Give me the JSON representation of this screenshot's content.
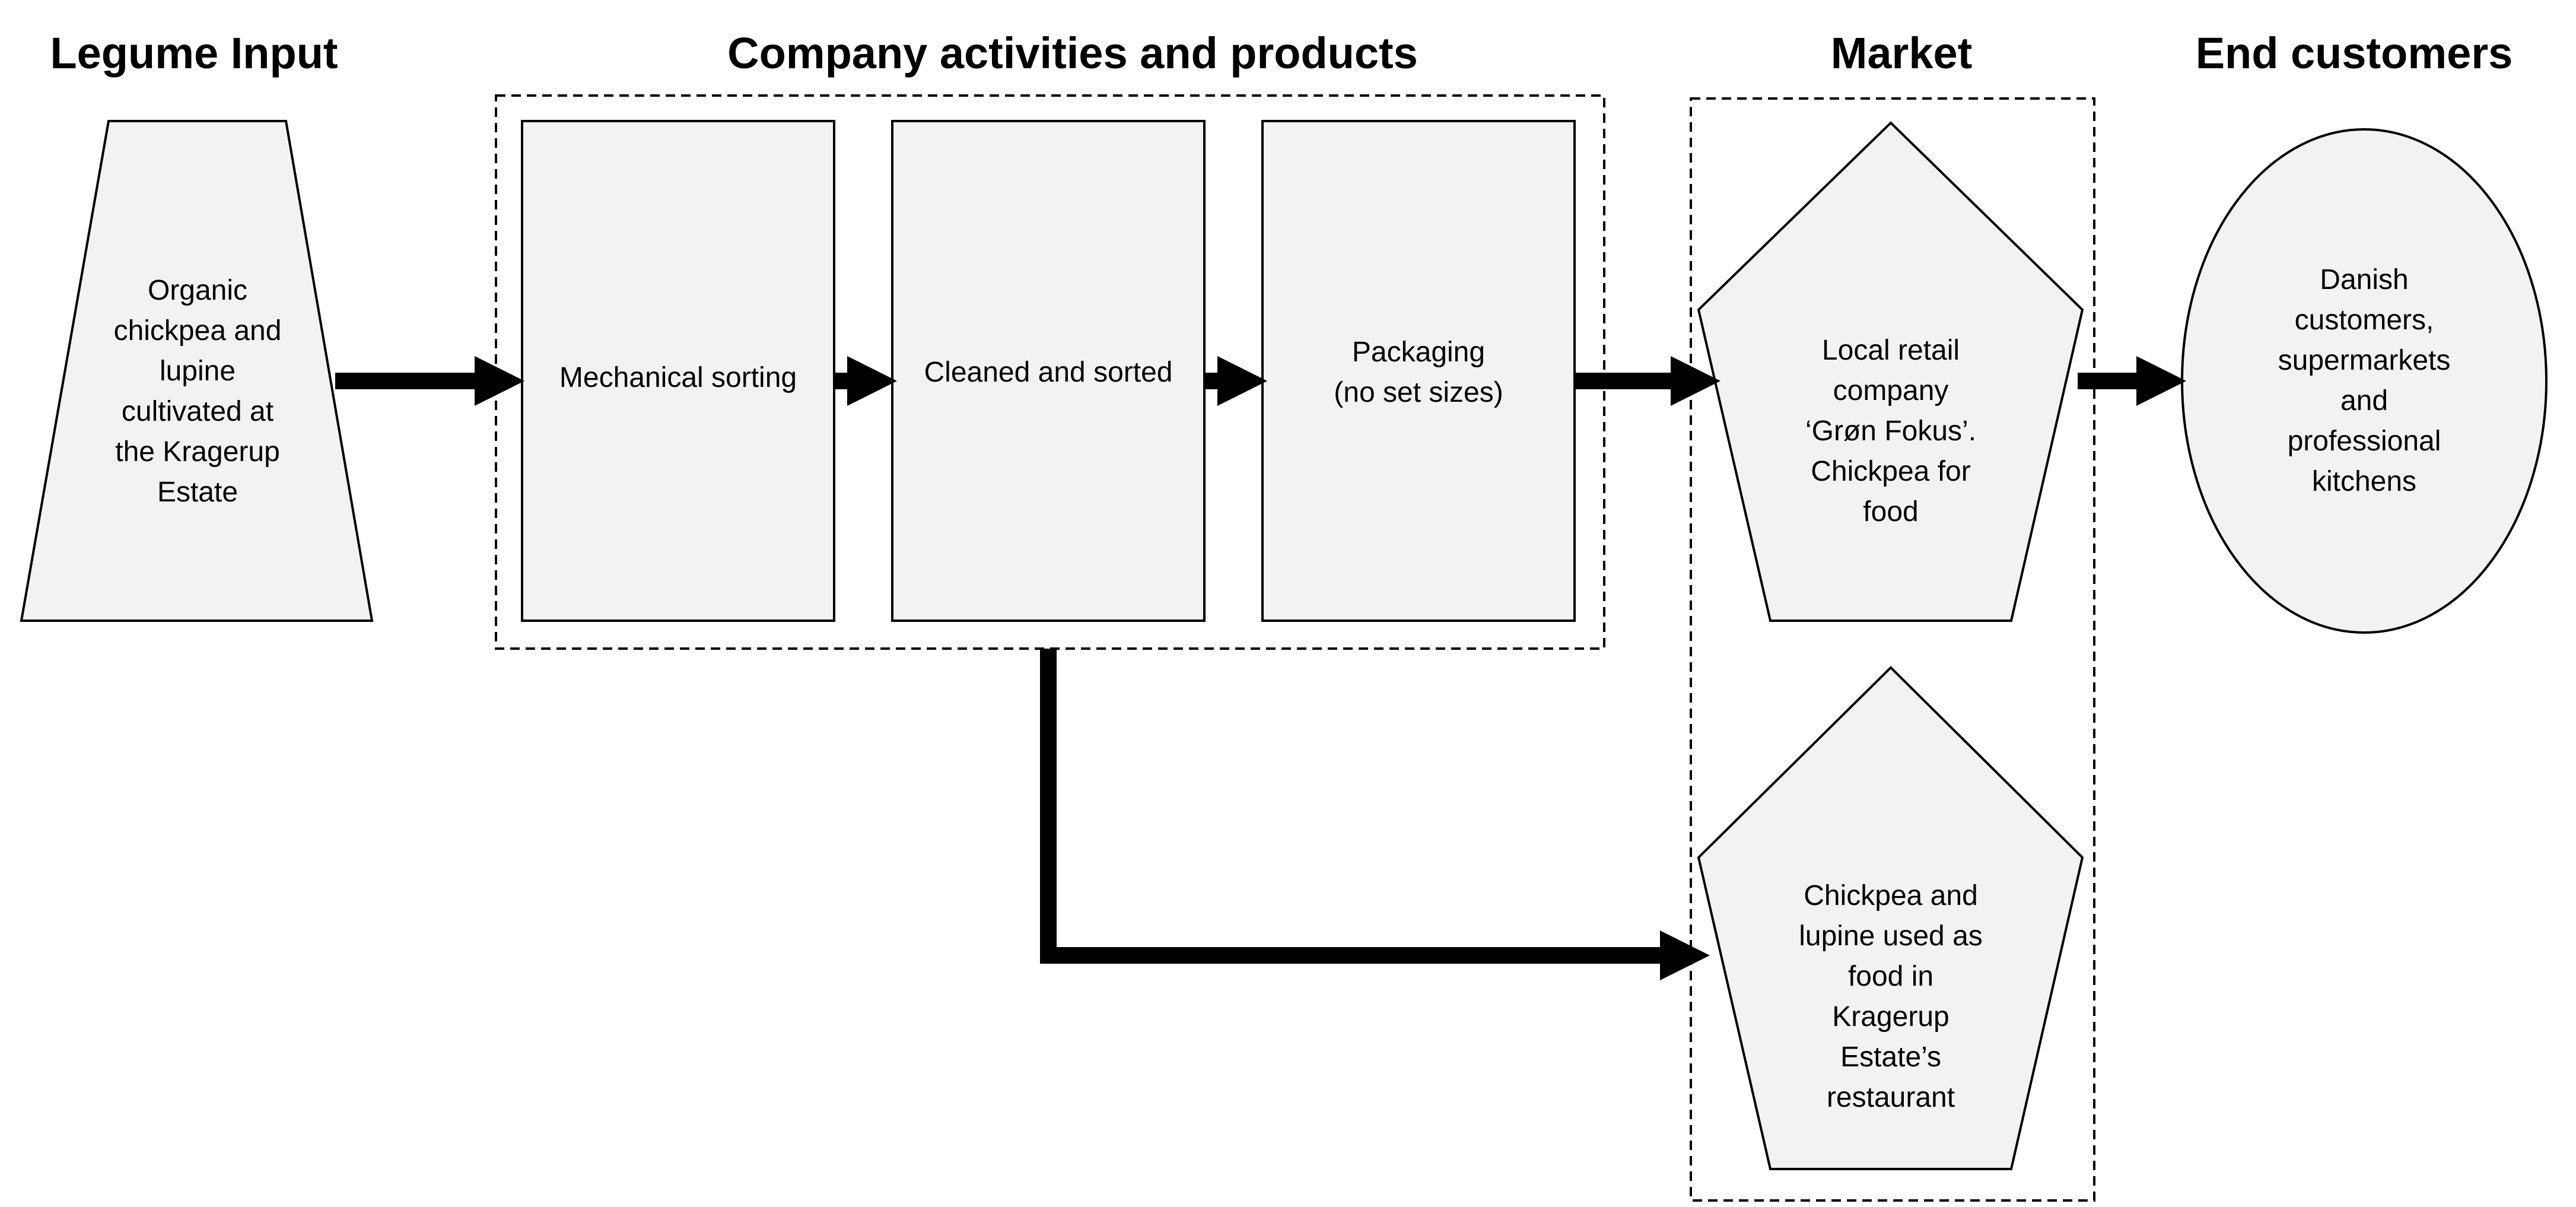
{
  "headers": {
    "legume_input": "Legume Input",
    "company": "Company activities and products",
    "market": "Market",
    "end_customers": "End customers"
  },
  "nodes": {
    "input": "Organic\nchickpea and\nlupine\ncultivated at\nthe Kragerup\nEstate",
    "mechanical_sorting": "Mechanical sorting",
    "cleaned_sorted": "Cleaned and sorted",
    "packaging": "Packaging\n(no set sizes)",
    "retail": "Local retail\ncompany\n‘Grøn Fokus’.\nChickpea for\nfood",
    "restaurant": "Chickpea and\nlupine used as\nfood in\nKragerup\nEstate’s\nrestaurant",
    "end_customers": "Danish\ncustomers,\nsupermarkets\nand\nprofessional\nkitchens"
  },
  "colors": {
    "shape_fill": "#f2f2f2",
    "stroke": "#000000"
  }
}
